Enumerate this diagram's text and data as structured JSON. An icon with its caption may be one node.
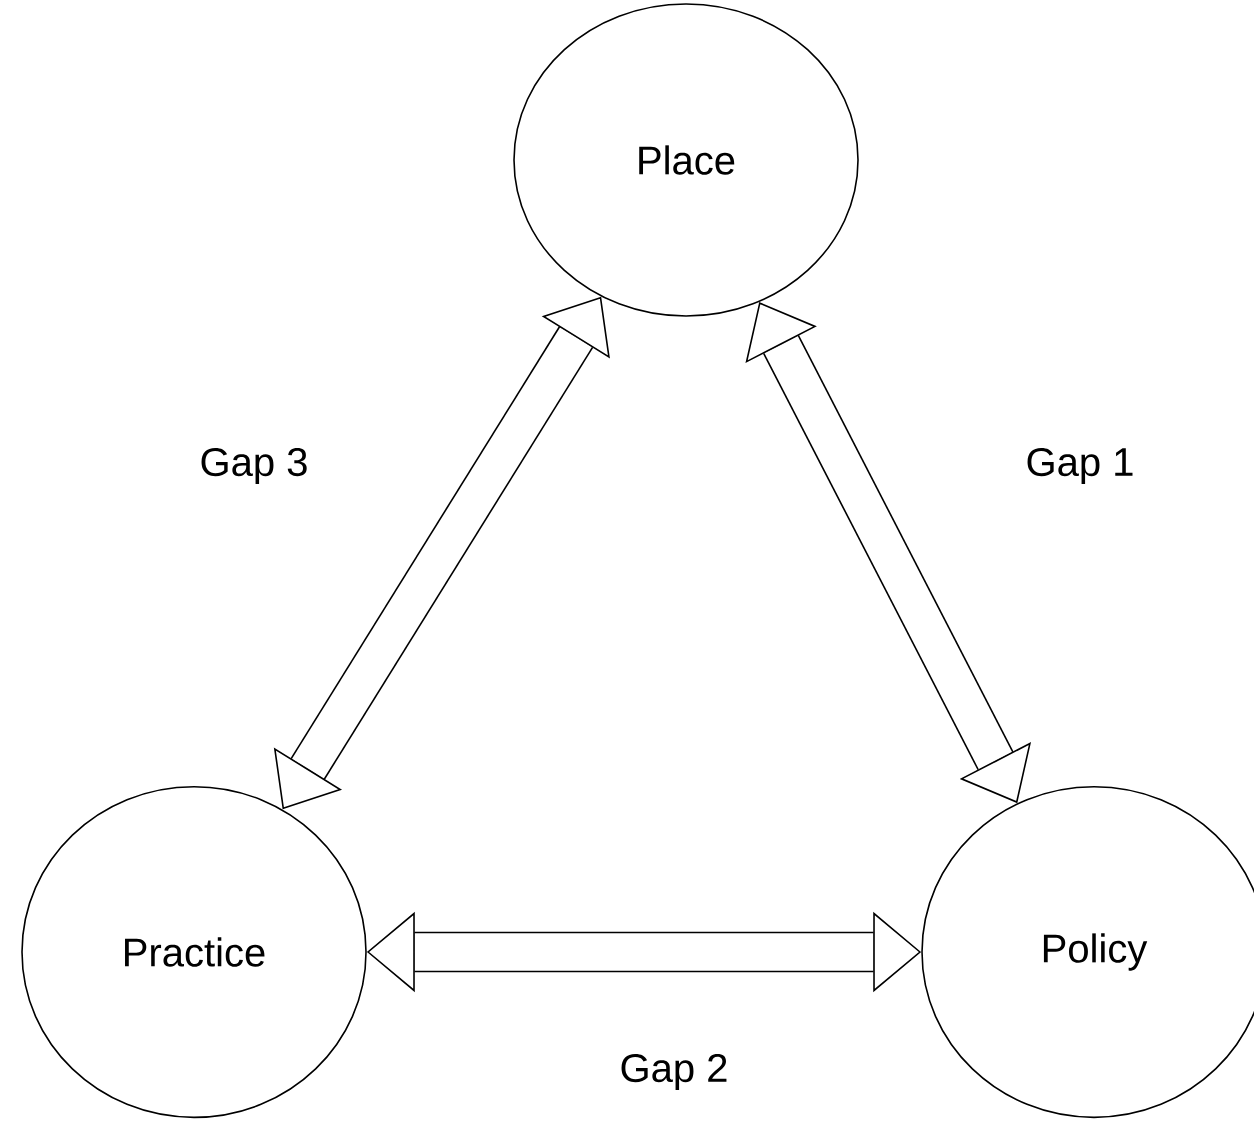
{
  "diagram": {
    "nodes": [
      {
        "text": [
          "Place"
        ]
      },
      {
        "text": [
          "Practice"
        ]
      },
      {
        "text": [
          "Policy"
        ]
      }
    ],
    "edges": [
      {
        "from": 0,
        "to": 2,
        "arrow": "both",
        "label": "Gap 1"
      },
      {
        "from": 1,
        "to": 2,
        "arrow": "both",
        "label": "Gap 2"
      },
      {
        "from": 1,
        "to": 0,
        "arrow": "both",
        "label": "Gap 3"
      }
    ]
  }
}
